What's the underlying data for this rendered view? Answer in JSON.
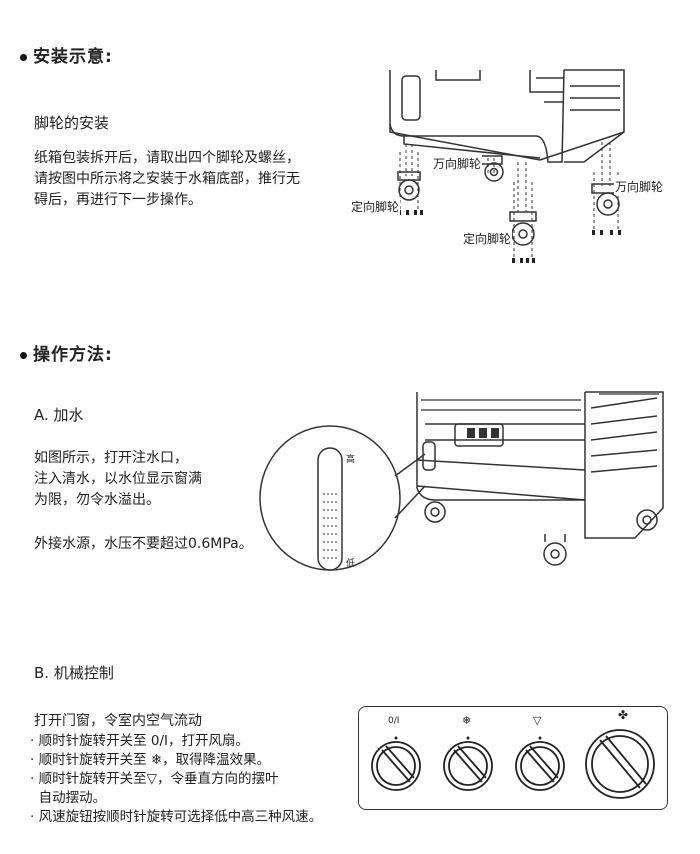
{
  "install": {
    "heading": "安装示意:",
    "subheading": "脚轮的安装",
    "body_lines": [
      "纸箱包装拆开后，请取出四个脚轮及螺丝，",
      "请按图中所示将之安装于水箱底部，推行无",
      "碍后，再进行下一步操作。"
    ],
    "labels": {
      "swivel_top": "万向脚轮",
      "swivel_right": "万向脚轮",
      "fixed_left": "定向脚轮",
      "fixed_bottom": "定向脚轮"
    }
  },
  "operation": {
    "heading": "操作方法:",
    "water": {
      "heading": "A. 加水",
      "body_lines": [
        "如图所示，打开注水口，",
        "注入清水，以水位显示窗满",
        "为限，勿令水溢出。"
      ],
      "note": "外接水源，水压不要超过0.6MPa。",
      "gauge_high": "高",
      "gauge_low": "低"
    },
    "control": {
      "heading": "B. 机械控制",
      "intro": "打开门窗，令室内空气流动",
      "items": [
        "· 顺时针旋转开关至 0/I，打开风扇。",
        "· 顺时针旋转开关至 ❄，取得降温效果。",
        "· 顺时针旋转开关至▽，令垂直方向的摆叶",
        "  自动摆动。",
        "· 风速旋钮按顺时针旋转可选择低中高三种风速。"
      ],
      "knob_labels": [
        "0/I",
        "❄",
        "▽",
        "✤"
      ]
    }
  },
  "colors": {
    "ink": "#222222",
    "line": "#333333"
  }
}
